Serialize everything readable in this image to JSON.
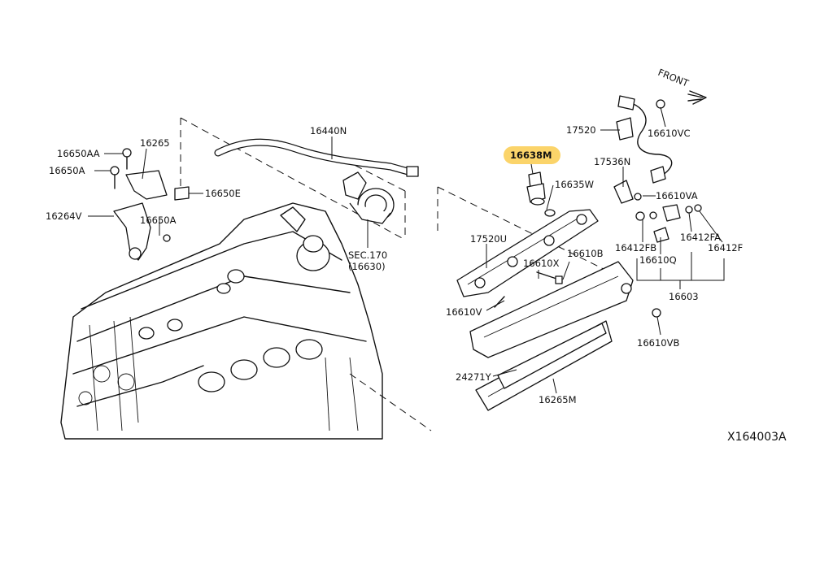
{
  "labels": {
    "p16650AA": "16650AA",
    "p16650A": "16650A",
    "p16264V": "16264V",
    "p16265": "16265",
    "p16650E": "16650E",
    "p16650A_2": "16650A",
    "p16440N": "16440N",
    "sec170": "SEC.170",
    "sec170b": "(16630)",
    "p16638M": "16638M",
    "p16635W": "16635W",
    "p17520": "17520",
    "p16610VC": "16610VC",
    "p17536N": "17536N",
    "p16610VA": "16610VA",
    "p17520U": "17520U",
    "p16610X": "16610X",
    "p16610B": "16610B",
    "p16412FB": "16412FB",
    "p16412FA": "16412FA",
    "p16412F": "16412F",
    "p16610Q": "16610Q",
    "p16603": "16603",
    "p16610V": "16610V",
    "p16610VB": "16610VB",
    "p24271Y": "24271Y",
    "p16265M": "16265M",
    "front": "FRONT",
    "diagram_ref": "X164003A"
  },
  "highlight_color": "#fbd46a"
}
